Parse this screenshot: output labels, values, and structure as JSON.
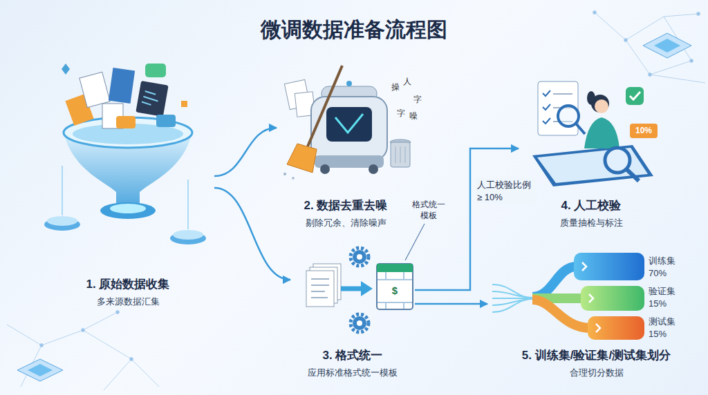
{
  "diagram": {
    "title": "微调数据准备流程图",
    "nodes": [
      {
        "text": [
          "1. 原始数据收集",
          "多来源数据汇集"
        ]
      },
      {
        "text": [
          "2. 数据去重去噪",
          "剔除冗余、清除噪声"
        ]
      },
      {
        "text": [
          "3. 格式统一",
          "应用标准格式统一模板"
        ]
      },
      {
        "text": [
          "4. 人工校验",
          "质量抽检与标注"
        ]
      },
      {
        "text": [
          "5. 训练集/验证集/测试集划分",
          "合理切分数据"
        ]
      }
    ],
    "edges": [
      {
        "from": 0,
        "to": 1,
        "arrow": "to"
      },
      {
        "from": 0,
        "to": 2,
        "arrow": "to"
      },
      {
        "from": 2,
        "to": 3,
        "arrow": "to",
        "label": "人工校验比例 ≥ 10%"
      },
      {
        "from": 2,
        "to": 4,
        "arrow": "to"
      }
    ],
    "labels": [
      "格式统一 模板",
      "训练集 70%",
      "验证集 15%",
      "测试集 15%",
      "10%",
      "$",
      "操",
      "人",
      "字",
      "字",
      "噪"
    ]
  }
}
